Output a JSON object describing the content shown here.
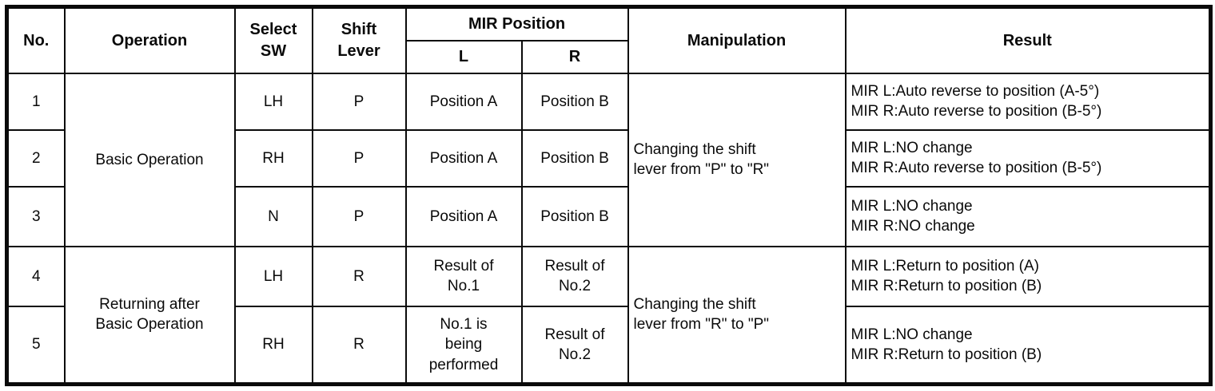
{
  "header": {
    "no": "No.",
    "operation": "Operation",
    "select_sw": "Select\nSW",
    "shift_lever": "Shift\nLever",
    "mir_position": "MIR Position",
    "mir_l": "L",
    "mir_r": "R",
    "manipulation": "Manipulation",
    "result": "Result"
  },
  "groups": [
    {
      "operation": "Basic Operation",
      "manipulation": "Changing the shift\nlever from \"P\" to \"R\""
    },
    {
      "operation": "Returning after\nBasic Operation",
      "manipulation": "Changing the shift\nlever from \"R\" to \"P\""
    }
  ],
  "rows": [
    {
      "no": "1",
      "select_sw": "LH",
      "shift_lever": "P",
      "mir_l": "Position A",
      "mir_r": "Position B",
      "result": "MIR L:Auto reverse to position (A-5°)\nMIR R:Auto reverse to position (B-5°)"
    },
    {
      "no": "2",
      "select_sw": "RH",
      "shift_lever": "P",
      "mir_l": "Position A",
      "mir_r": "Position B",
      "result": "MIR L:NO change\nMIR R:Auto reverse to position (B-5°)"
    },
    {
      "no": "3",
      "select_sw": "N",
      "shift_lever": "P",
      "mir_l": "Position A",
      "mir_r": "Position B",
      "result": "MIR L:NO change\nMIR R:NO change"
    },
    {
      "no": "4",
      "select_sw": "LH",
      "shift_lever": "R",
      "mir_l": "Result of\nNo.1",
      "mir_r": "Result of\nNo.2",
      "result": "MIR L:Return to position (A)\nMIR R:Return to position (B)"
    },
    {
      "no": "5",
      "select_sw": "RH",
      "shift_lever": "R",
      "mir_l": "No.1 is\nbeing\nperformed",
      "mir_r": "Result of\nNo.2",
      "result": "MIR L:NO change\nMIR R:Return to position (B)"
    }
  ]
}
